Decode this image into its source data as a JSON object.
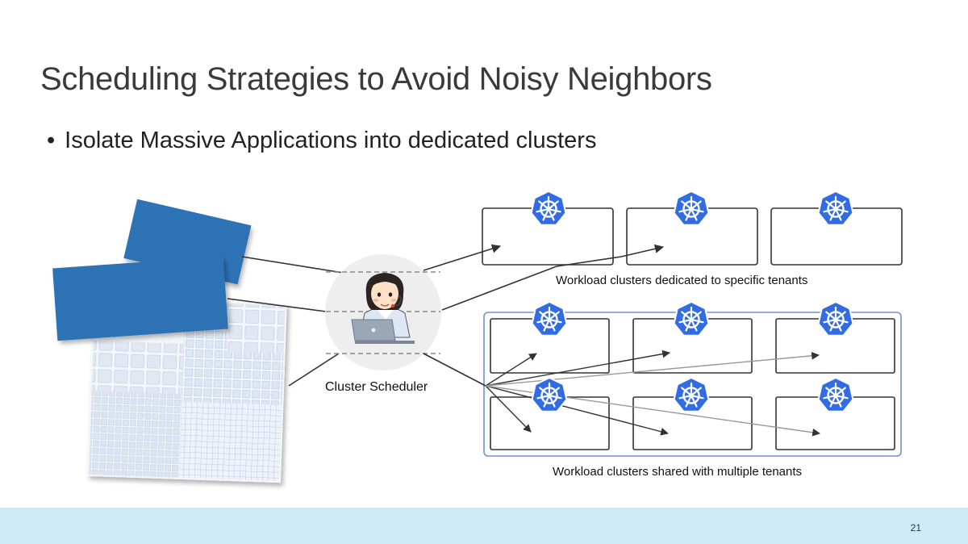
{
  "slide": {
    "title": "Scheduling Strategies to Avoid Noisy Neighbors",
    "bullet": "Isolate Massive Applications into dedicated clusters",
    "page_number": "21"
  },
  "diagram": {
    "scheduler_label": "Cluster Scheduler",
    "dedicated_label": "Workload clusters dedicated to specific tenants",
    "shared_label": "Workload clusters shared with multiple tenants",
    "colors": {
      "app_block": "#2e72b6",
      "k8s_logo": "#326ce5",
      "shared_border": "#6d93d6",
      "footer": "#cdeaf6"
    },
    "icons": [
      "kubernetes-icon",
      "operator-person-icon",
      "laptop-icon",
      "small-workloads-icon"
    ]
  }
}
